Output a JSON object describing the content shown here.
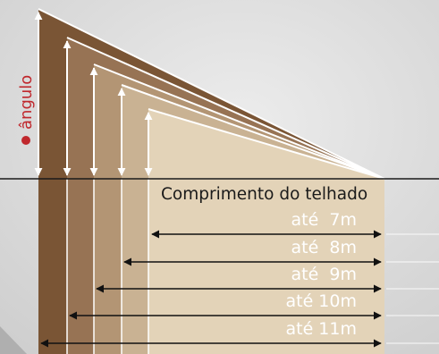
{
  "diagram": {
    "angle_label": "ângulo",
    "length_caption": "Comprimento do telhado",
    "lengths": [
      {
        "label": "até  7m",
        "color": "#e3d3b8"
      },
      {
        "label": "até  8m",
        "color": "#c9b293"
      },
      {
        "label": "até  9m",
        "color": "#b39574"
      },
      {
        "label": "até 10m",
        "color": "#977354"
      },
      {
        "label": "até 11m",
        "color": "#7a5535"
      }
    ],
    "colors": {
      "background": "#d9d9d9",
      "bullet": "#c0282d",
      "angle_text": "#c0282d",
      "length_text": "#ffffff",
      "caption_text": "#1a1a1a",
      "ground_line": "#1a1a1a",
      "arrows": "#ffffff",
      "lowest_wedge": "#e3d3b8"
    }
  }
}
